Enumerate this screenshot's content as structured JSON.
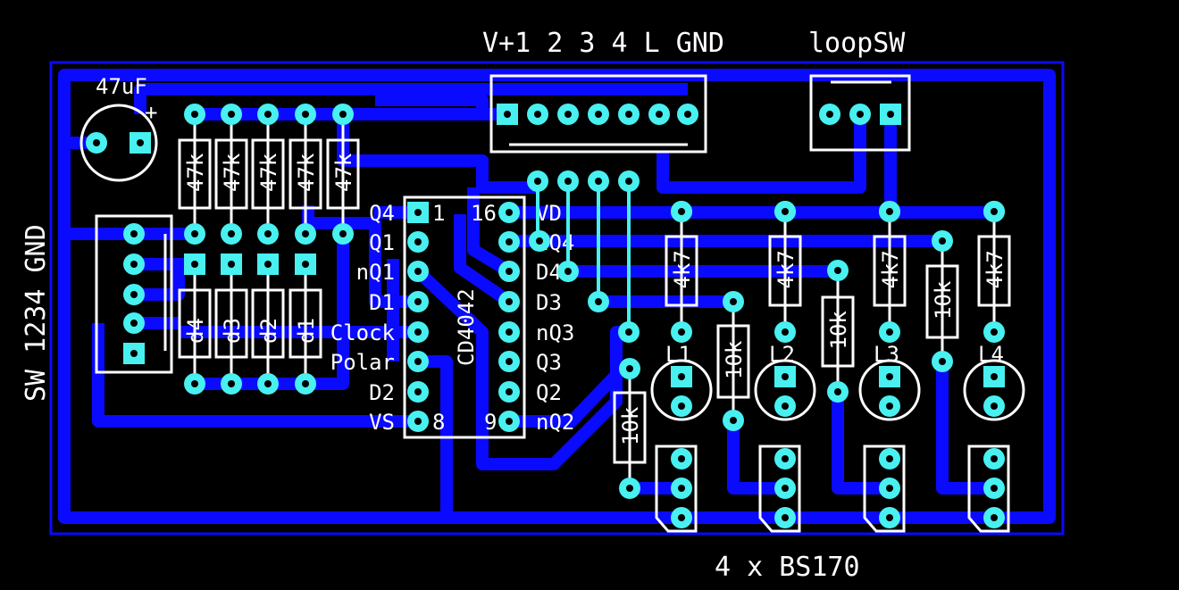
{
  "header": {
    "connector_label": "V+1 2 3 4 L GND",
    "switch_label": "loopSW"
  },
  "left": {
    "connector_label": "SW 1234 GND",
    "cap_value": "47uF",
    "cap_polarity": "+"
  },
  "resistors_top": [
    "47k",
    "47k",
    "47k",
    "47k",
    "47k"
  ],
  "diodes": [
    "d4",
    "d3",
    "d2",
    "d1"
  ],
  "ic": {
    "name": "CD4042",
    "pin1": "1",
    "pin16": "16",
    "pin8": "8",
    "pin9": "9",
    "left_pins": [
      "Q4",
      "Q1",
      "nQ1",
      "D1",
      "Clock",
      "Polar",
      "D2",
      "VS"
    ],
    "right_pins": [
      "VD",
      "nQ4",
      "D4",
      "D3",
      "nQ3",
      "Q3",
      "Q2",
      "nQ2"
    ]
  },
  "resistors_4k7": [
    "4k7",
    "4k7",
    "4k7",
    "4k7"
  ],
  "resistors_10k": [
    "10k",
    "10k",
    "10k",
    "10k"
  ],
  "leds": [
    "L1",
    "L2",
    "L3",
    "L4"
  ],
  "footer": {
    "transistor_label": "4 x BS170"
  },
  "colors": {
    "trace": "#0a0aff",
    "pad": "#48f0f0",
    "silk": "#ffffff",
    "background": "#000000"
  }
}
